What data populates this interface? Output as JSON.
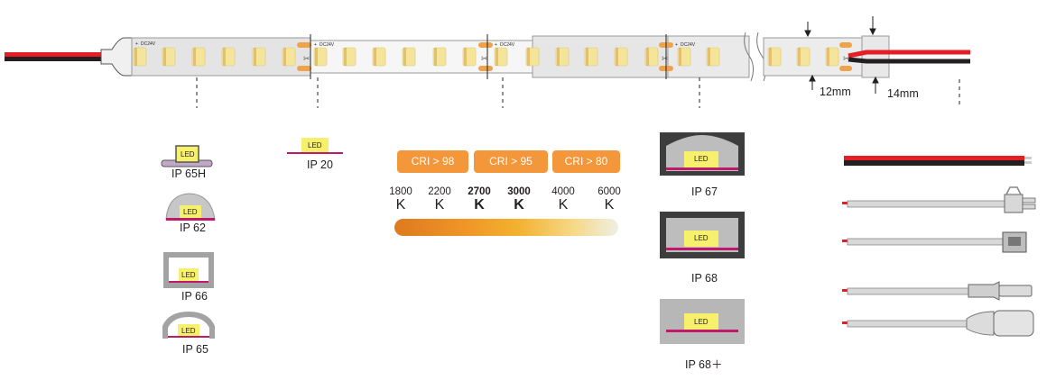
{
  "strip": {
    "voltage_mark": "DC24V",
    "dimensions": {
      "end_cap_length": "12mm",
      "sleeve_length": "14mm"
    },
    "colors": {
      "red_wire": "#e31e24",
      "black_wire": "#231f20",
      "led_chip": "#f5e59a",
      "cut_pad": "#f0a24b",
      "strip_body": "#ececec"
    }
  },
  "profiles_left": [
    {
      "led_text": "LED",
      "label": "IP 65H"
    },
    {
      "led_text": "LED",
      "label": "IP 62"
    },
    {
      "led_text": "LED",
      "label": "IP 66"
    },
    {
      "led_text": "LED",
      "label": "IP 65"
    }
  ],
  "profile_ip20": {
    "led_text": "LED",
    "label": "IP 20"
  },
  "cri": [
    "CRI > 98",
    "CRI > 95",
    "CRI > 80"
  ],
  "cct": [
    {
      "value": "1800",
      "unit": "K"
    },
    {
      "value": "2200",
      "unit": "K"
    },
    {
      "value": "2700",
      "unit": "K"
    },
    {
      "value": "3000",
      "unit": "K"
    },
    {
      "value": "4000",
      "unit": "K"
    },
    {
      "value": "6000",
      "unit": "K"
    }
  ],
  "profiles_right": [
    {
      "led_text": "LED",
      "label": "IP 67"
    },
    {
      "led_text": "LED",
      "label": "IP 68"
    },
    {
      "led_text": "LED",
      "label": "IP 68＋"
    }
  ],
  "connectors": [
    "bare-wire-icon",
    "plug-connector-icon",
    "socket-connector-icon",
    "dc-male-jack-icon",
    "dc-female-jack-icon"
  ]
}
